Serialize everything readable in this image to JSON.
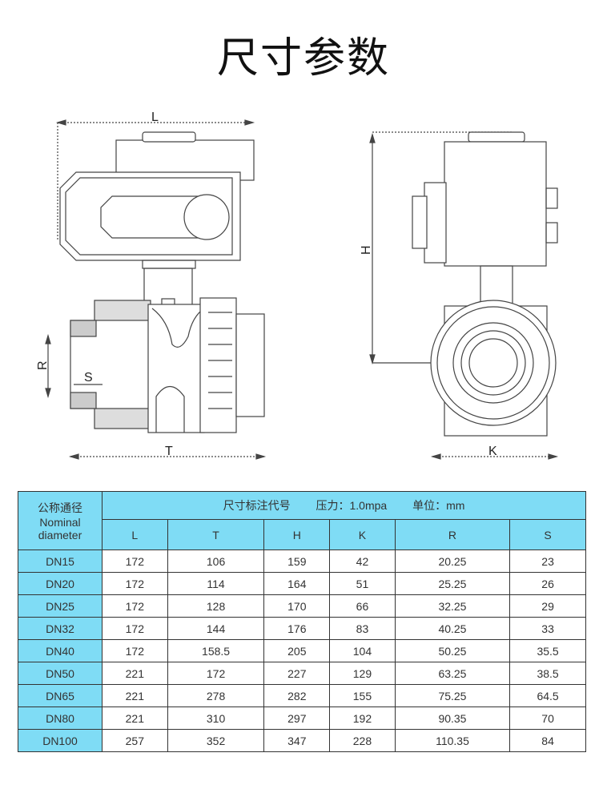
{
  "title": "尺寸参数",
  "drawing": {
    "labels": {
      "L": "L",
      "T": "T",
      "H": "H",
      "K": "K",
      "R": "R",
      "S": "S"
    }
  },
  "table": {
    "corner_cn": "公称通径",
    "corner_en1": "Nominal",
    "corner_en2": "diameter",
    "header_code": "尺寸标注代号",
    "header_pressure": "压力：1.0mpa",
    "header_unit": "单位：mm",
    "columns": [
      "L",
      "T",
      "H",
      "K",
      "R",
      "S"
    ],
    "rows": [
      {
        "dn": "DN15",
        "values": [
          "172",
          "106",
          "159",
          "42",
          "20.25",
          "23"
        ]
      },
      {
        "dn": "DN20",
        "values": [
          "172",
          "114",
          "164",
          "51",
          "25.25",
          "26"
        ]
      },
      {
        "dn": "DN25",
        "values": [
          "172",
          "128",
          "170",
          "66",
          "32.25",
          "29"
        ]
      },
      {
        "dn": "DN32",
        "values": [
          "172",
          "144",
          "176",
          "83",
          "40.25",
          "33"
        ]
      },
      {
        "dn": "DN40",
        "values": [
          "172",
          "158.5",
          "205",
          "104",
          "50.25",
          "35.5"
        ]
      },
      {
        "dn": "DN50",
        "values": [
          "221",
          "172",
          "227",
          "129",
          "63.25",
          "38.5"
        ]
      },
      {
        "dn": "DN65",
        "values": [
          "221",
          "278",
          "282",
          "155",
          "75.25",
          "64.5"
        ]
      },
      {
        "dn": "DN80",
        "values": [
          "221",
          "310",
          "297",
          "192",
          "90.35",
          "70"
        ]
      },
      {
        "dn": "DN100",
        "values": [
          "257",
          "352",
          "347",
          "228",
          "110.35",
          "84"
        ]
      }
    ]
  },
  "colors": {
    "header_bg": "#7fdcf5",
    "line": "#333333"
  }
}
